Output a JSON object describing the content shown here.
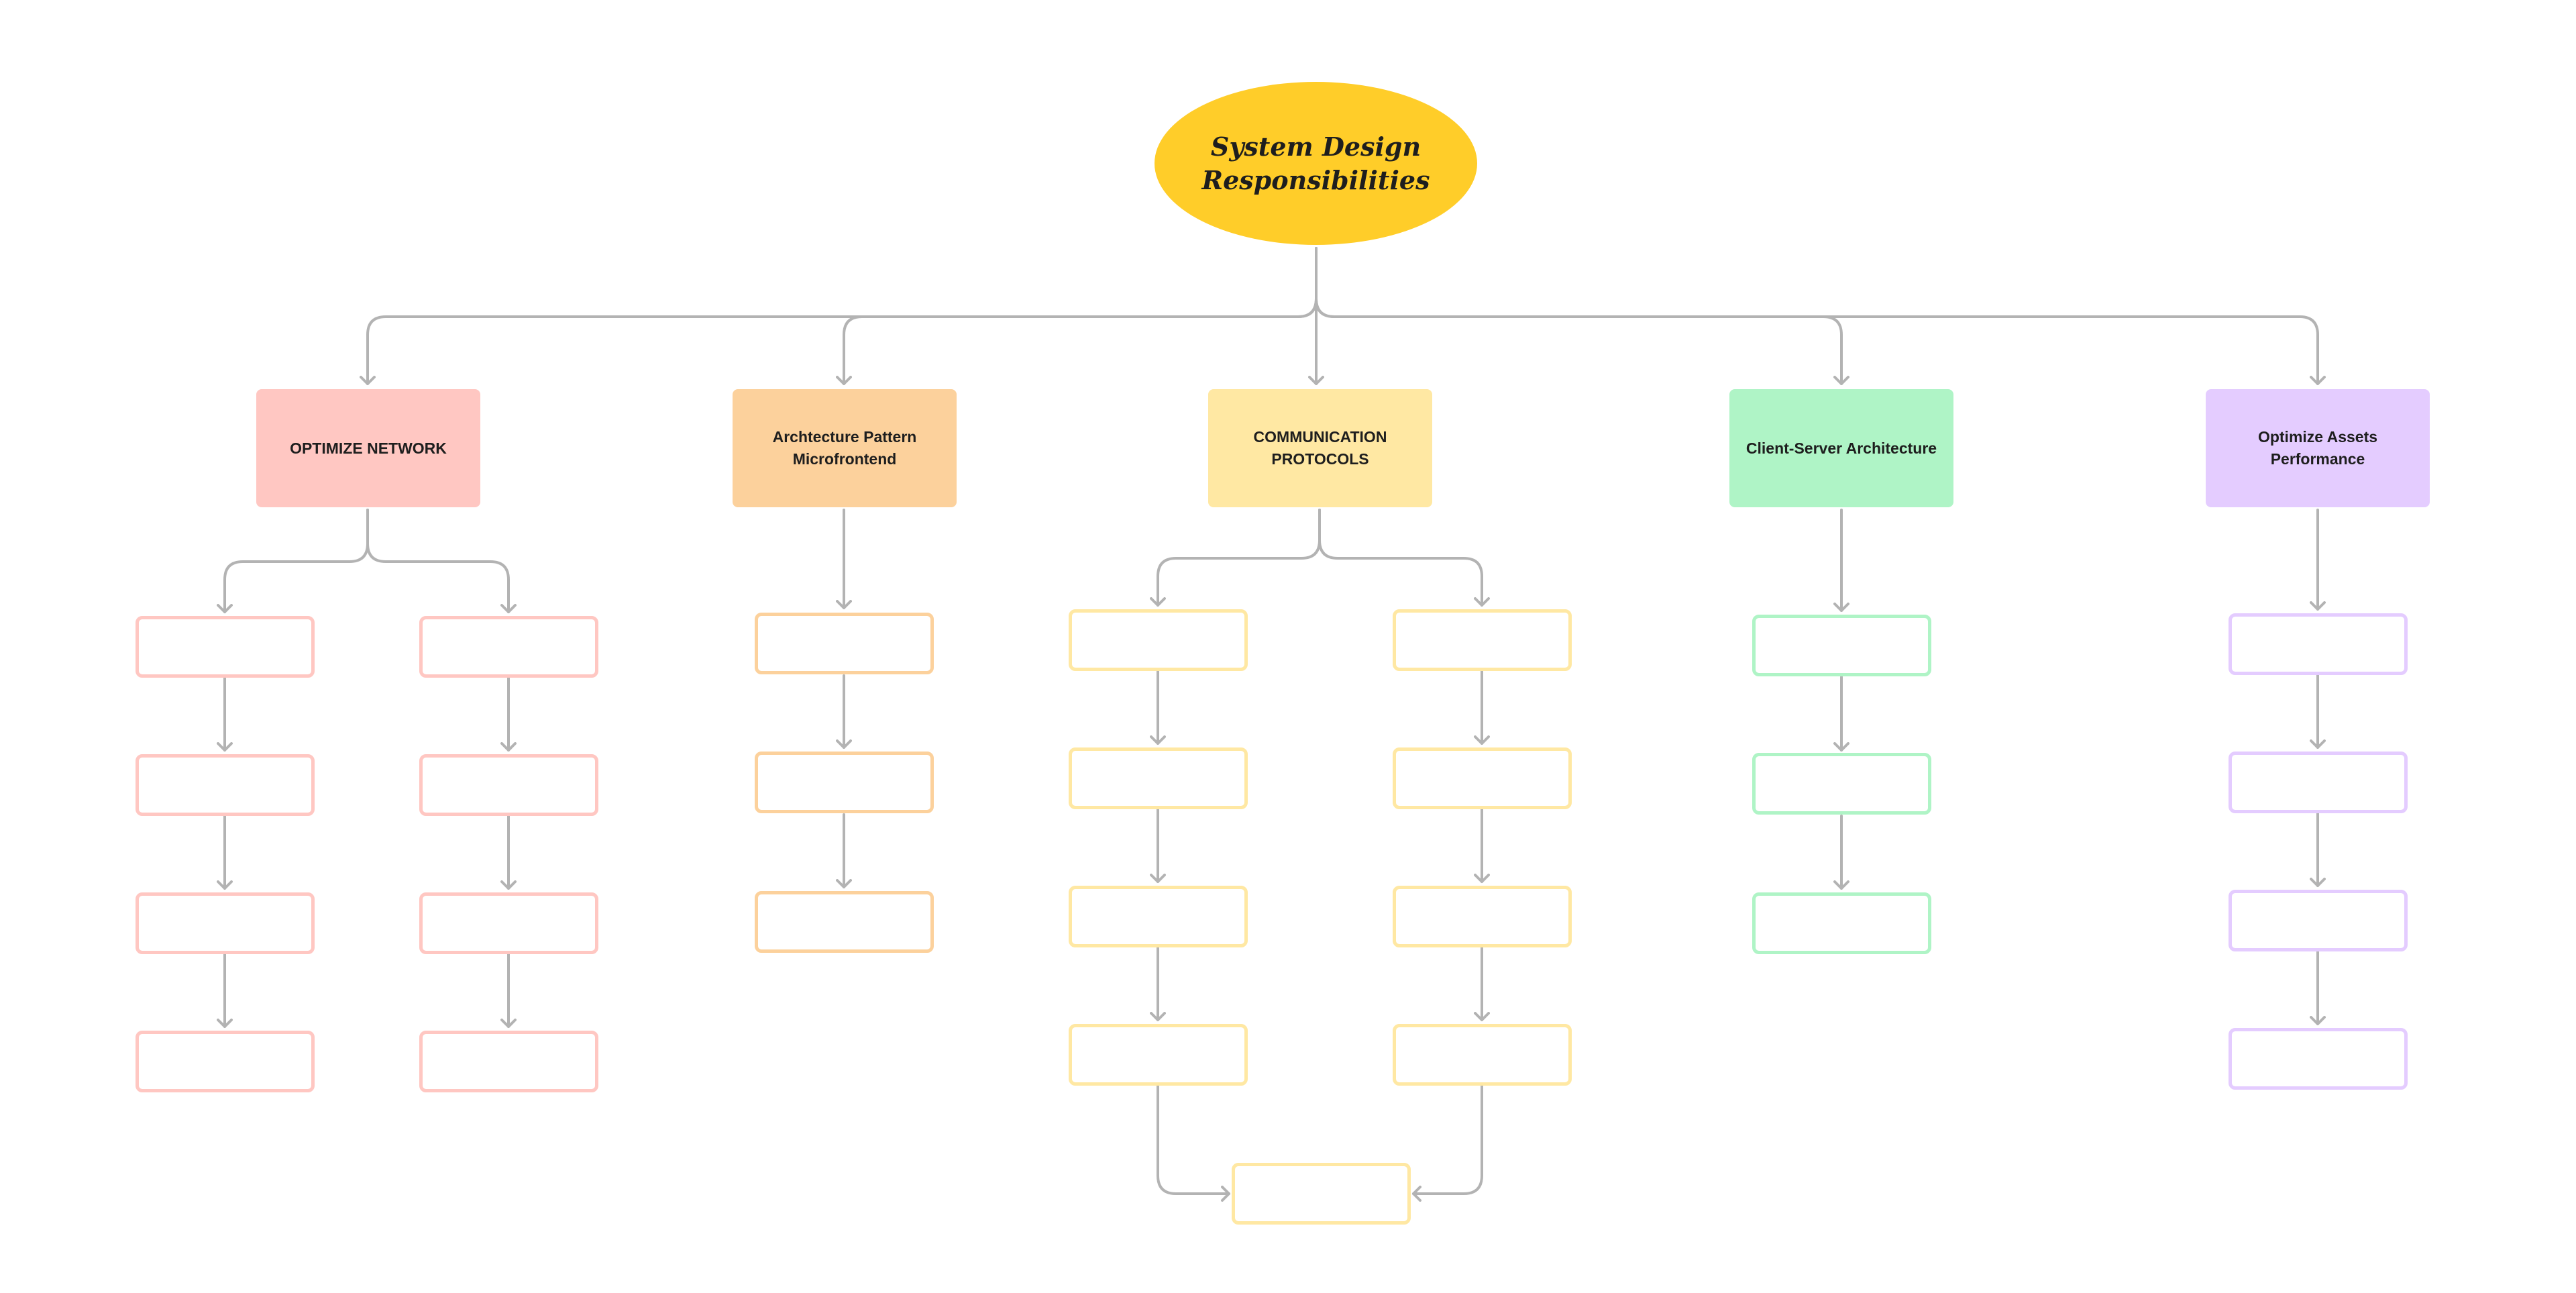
{
  "root": {
    "label": "System Design\nResponsibilities",
    "color": "#ffcd29"
  },
  "categories": [
    {
      "label": "OPTIMIZE  NETWORK",
      "fill": "#ffc7c2",
      "outline": "#ffc7c2"
    },
    {
      "label": "Archtecture Pattern\nMicrofrontend",
      "fill": "#fcd19c",
      "outline": "#fcd19c"
    },
    {
      "label": "COMMUNICATION\nPROTOCOLS",
      "fill": "#ffe8a3",
      "outline": "#ffe8a3"
    },
    {
      "label": "Client-Server Architecture",
      "fill": "#aff4c6",
      "outline": "#aff4c6"
    },
    {
      "label": "Optimize Assets\nPerformance",
      "fill": "#e4ccff",
      "outline": "#e4ccff"
    }
  ],
  "connector_color": "#b3b3b3"
}
